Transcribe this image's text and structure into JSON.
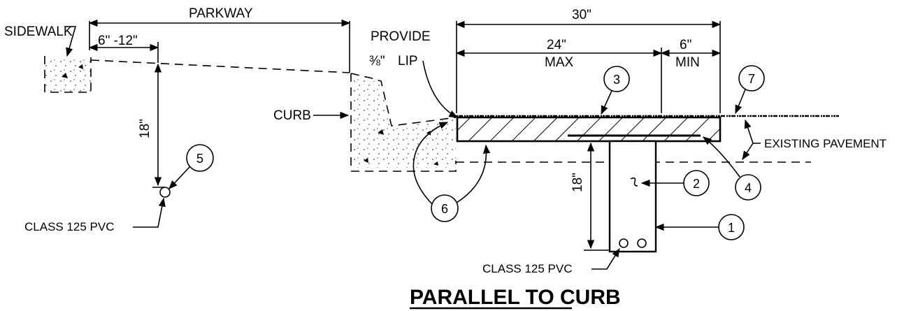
{
  "title": "PARALLEL TO CURB",
  "labels": {
    "sidewalk": "SIDEWALK",
    "parkway": "PARKWAY",
    "curb": "CURB",
    "provide": "PROVIDE",
    "lip_fraction": "⅜\"",
    "lip": "LIP",
    "existing_pavement": "EXISTING PAVEMENT",
    "pvc_left": "CLASS 125 PVC",
    "pvc_bottom": "CLASS 125 PVC"
  },
  "dimensions": {
    "total_width": "30\"",
    "max_width": "24\"",
    "max_note": "MAX",
    "min_width": "6\"",
    "min_note": "MIN",
    "offset": "6\" -12\"",
    "depth_left": "18\"",
    "depth_trench": "18\""
  },
  "callouts": [
    "1",
    "2",
    "3",
    "4",
    "5",
    "6",
    "7"
  ],
  "colors": {
    "ink": "#000000",
    "paper": "#ffffff"
  }
}
